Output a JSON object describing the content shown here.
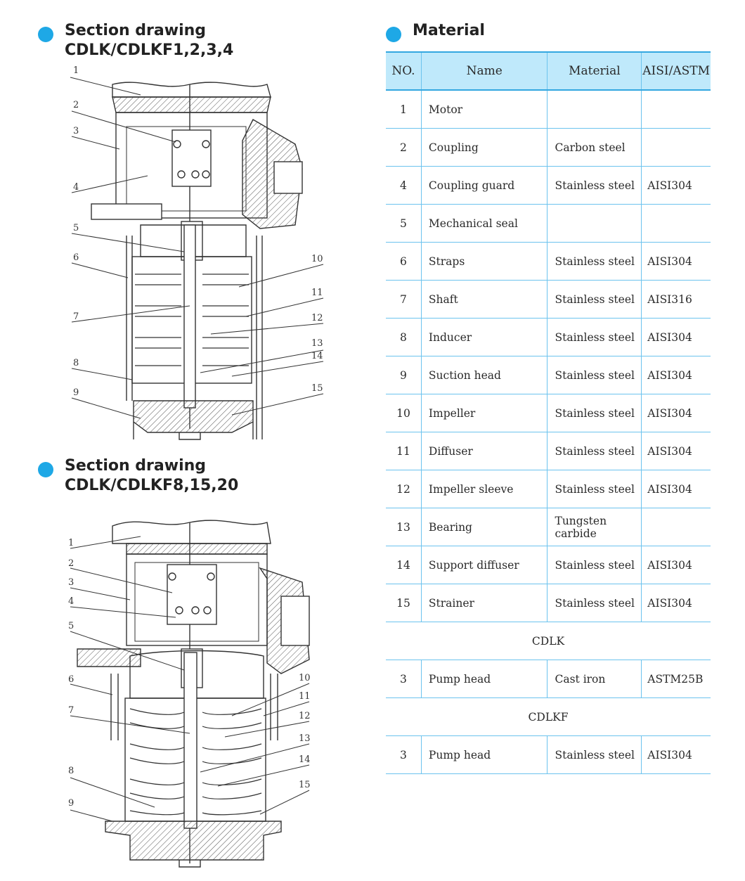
{
  "left_section": {
    "heading1": {
      "line1": "Section drawing",
      "line2": "CDLK/CDLKF1,2,3,4"
    },
    "heading2": {
      "line1": "Section drawing",
      "line2": "CDLK/CDLKF8,15,20"
    },
    "drawing1_callouts": [
      "1",
      "2",
      "3",
      "4",
      "5",
      "6",
      "7",
      "8",
      "9",
      "10",
      "11",
      "12",
      "13",
      "14",
      "15"
    ],
    "drawing2_callouts": [
      "1",
      "2",
      "3",
      "4",
      "5",
      "6",
      "7",
      "8",
      "9",
      "10",
      "11",
      "12",
      "13",
      "14",
      "15"
    ]
  },
  "material": {
    "heading": "Material",
    "columns": [
      "NO.",
      "Name",
      "Material",
      "AISI/ASTM"
    ],
    "rows": [
      {
        "no": "1",
        "name": "Motor",
        "material": "",
        "aisi": ""
      },
      {
        "no": "2",
        "name": "Coupling",
        "material": "Carbon steel",
        "aisi": ""
      },
      {
        "no": "4",
        "name": "Coupling guard",
        "material": "Stainless steel",
        "aisi": "AISI304"
      },
      {
        "no": "5",
        "name": "Mechanical seal",
        "material": "",
        "aisi": ""
      },
      {
        "no": "6",
        "name": "Straps",
        "material": "Stainless steel",
        "aisi": "AISI304"
      },
      {
        "no": "7",
        "name": "Shaft",
        "material": "Stainless steel",
        "aisi": "AISI316"
      },
      {
        "no": "8",
        "name": "Inducer",
        "material": "Stainless steel",
        "aisi": "AISI304"
      },
      {
        "no": "9",
        "name": "Suction head",
        "material": "Stainless steel",
        "aisi": "AISI304"
      },
      {
        "no": "10",
        "name": "Impeller",
        "material": "Stainless steel",
        "aisi": "AISI304"
      },
      {
        "no": "11",
        "name": "Diffuser",
        "material": "Stainless steel",
        "aisi": "AISI304"
      },
      {
        "no": "12",
        "name": "Impeller sleeve",
        "material": "Stainless steel",
        "aisi": "AISI304"
      },
      {
        "no": "13",
        "name": "Bearing",
        "material": "Tungsten carbide",
        "aisi": ""
      },
      {
        "no": "14",
        "name": "Support diffuser",
        "material": "Stainless steel",
        "aisi": "AISI304"
      },
      {
        "no": "15",
        "name": "Strainer",
        "material": "Stainless steel",
        "aisi": "AISI304"
      }
    ],
    "group1": {
      "label": "CDLK",
      "row": {
        "no": "3",
        "name": "Pump head",
        "material": "Cast iron",
        "aisi": "ASTM25B"
      }
    },
    "group2": {
      "label": "CDLKF",
      "row": {
        "no": "3",
        "name": "Pump head",
        "material": "Stainless steel",
        "aisi": "AISI304"
      }
    }
  }
}
